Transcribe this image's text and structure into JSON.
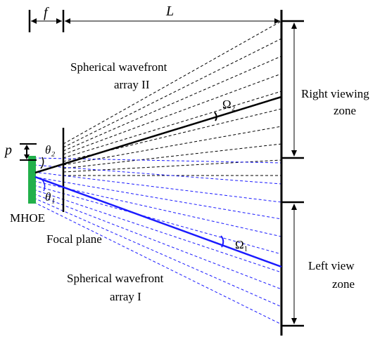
{
  "labels": {
    "f": "f",
    "L": "L",
    "p": "p",
    "theta2": "θ₂",
    "theta1": "θ₁",
    "omega2": "Ω₂",
    "omega1": "Ω₁",
    "mhoe": "MHOE",
    "focal_plane": "Focal plane",
    "array2_line1": "Spherical wavefront",
    "array2_line2": "array II",
    "array1_line1": "Spherical wavefront",
    "array1_line2": "array I",
    "right_zone_line1": "Right viewing",
    "right_zone_line2": "zone",
    "left_zone_line1": "Left view",
    "left_zone_line2": "zone"
  },
  "colors": {
    "black": "#000000",
    "blue": "#1a1aff",
    "green": "#22b04b"
  }
}
